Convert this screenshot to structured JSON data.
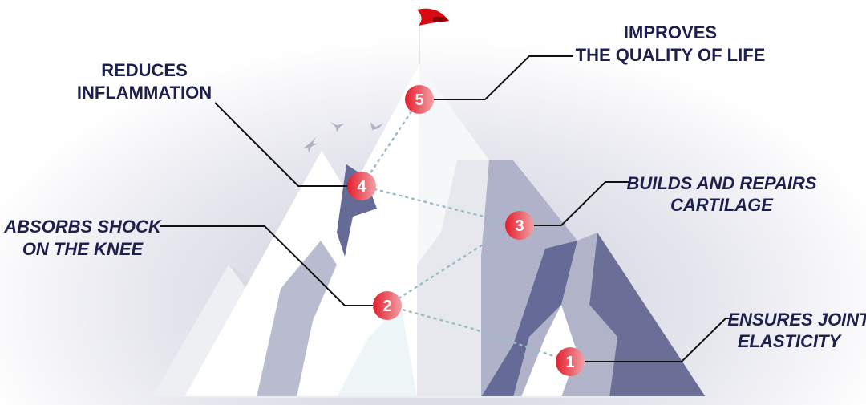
{
  "colors": {
    "accent": "#e8343f",
    "flag": "#d90b12",
    "text": "#1d1f4d",
    "mountain_dark": "#6b6f98",
    "mountain_mid": "#b1b4c9",
    "mountain_light": "#e4e6ec"
  },
  "steps": [
    {
      "number": "1",
      "lines": [
        "ENSURES JOINT",
        "ELASTICITY"
      ]
    },
    {
      "number": "2",
      "lines": [
        "ABSORBS SHOCK",
        "ON THE KNEE"
      ]
    },
    {
      "number": "3",
      "lines": [
        "BUILDS AND REPAIRS",
        "CARTILAGE"
      ]
    },
    {
      "number": "4",
      "lines": [
        "REDUCES",
        "INFLAMMATION"
      ]
    },
    {
      "number": "5",
      "lines": [
        "IMPROVES",
        "THE QUALITY OF LIFE"
      ]
    }
  ],
  "icons": [
    "flag-icon",
    "bird-icon"
  ]
}
